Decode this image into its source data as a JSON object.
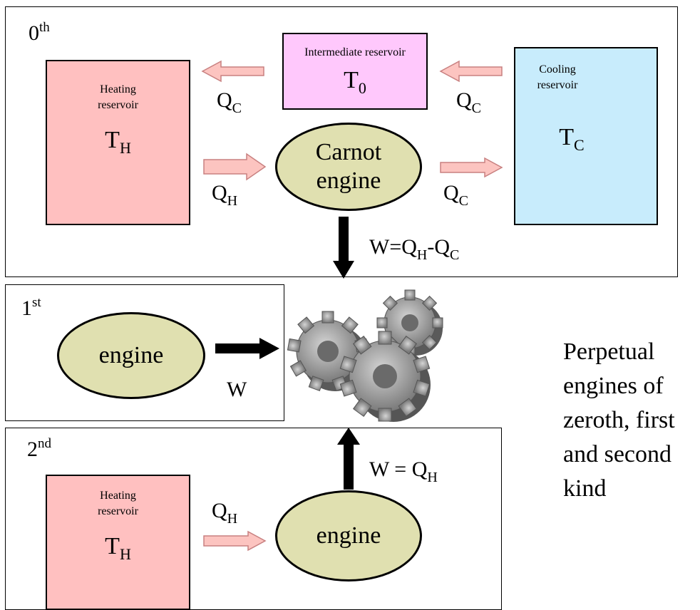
{
  "colors": {
    "heating": "#ffc0c0",
    "cooling": "#c8ecfc",
    "intermediate": "#ffc8fc",
    "engine": "#e0e0b0",
    "heat_arrow": "#fcc4c0"
  },
  "zeroth": {
    "ordinal_base": "0",
    "ordinal_sup": "th",
    "heating": {
      "line1": "Heating",
      "line2": "reservoir",
      "symbol": "T",
      "sub": "H"
    },
    "intermediate": {
      "label": "Intermediate reservoir",
      "symbol": "T",
      "sub": "0"
    },
    "cooling": {
      "line1": "Cooling",
      "line2": "reservoir",
      "symbol": "T",
      "sub": "C"
    },
    "engine": {
      "line1": "Carnot",
      "line2": "engine"
    },
    "q_left": {
      "base": "Q",
      "sub": "C"
    },
    "q_right": {
      "base": "Q",
      "sub": "C"
    },
    "q_h": {
      "base": "Q",
      "sub": "H"
    },
    "q_out": {
      "base": "Q",
      "sub": "C"
    },
    "work": {
      "w": "W=Q",
      "sub1": "H",
      "minus": "-Q",
      "sub2": "C"
    }
  },
  "first": {
    "ordinal_base": "1",
    "ordinal_sup": "st",
    "engine": "engine",
    "w": "W"
  },
  "second": {
    "ordinal_base": "2",
    "ordinal_sup": "nd",
    "heating": {
      "line1": "Heating",
      "line2": "reservoir",
      "symbol": "T",
      "sub": "H"
    },
    "q_h": {
      "base": "Q",
      "sub": "H"
    },
    "engine": "engine",
    "work": {
      "w": "W = Q",
      "sub": "H"
    }
  },
  "caption": [
    "Perpetual",
    "engines of",
    "zeroth, first",
    "and second",
    "kind"
  ],
  "gears_icon": "gears-icon"
}
